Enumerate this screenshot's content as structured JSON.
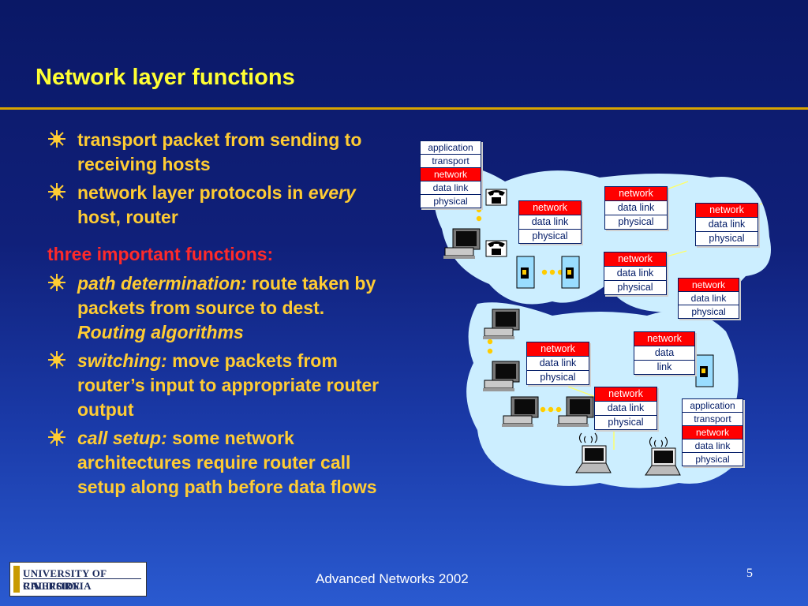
{
  "title": "Network layer functions",
  "bullets_top": [
    {
      "text": "transport packet from sending to receiving hosts"
    },
    {
      "prefix": "network layer protocols in ",
      "italic": "every",
      "suffix": " host, router"
    }
  ],
  "subheading": "three important functions:",
  "functions": [
    {
      "term": "path determination:",
      "desc": " route taken by packets from source to dest. ",
      "tail": "Routing algorithms"
    },
    {
      "term": "switching:",
      "desc": " move packets from router’s input to appropriate router output"
    },
    {
      "term": "call setup:",
      "desc": " some network architectures require router call setup along path before data flows"
    }
  ],
  "stack_labels": {
    "application": "application",
    "transport": "transport",
    "network": "network",
    "data_link": "data link",
    "data": "data",
    "link": "link",
    "physical": "physical"
  },
  "footer": "Advanced Networks 2002",
  "page_number": "5",
  "logo": {
    "line1": "UNIVERSITY OF CALIFORNIA",
    "line2": "RIVERSIDE"
  },
  "colors": {
    "title": "#ffff33",
    "body": "#ffcc33",
    "subheading": "#ff2a2a",
    "cloud": "#cceeff",
    "network_row": "#ff0000"
  },
  "icons": [
    "sunburst-bullet-icon",
    "phone-icon",
    "computer-icon",
    "router-icon",
    "laptop-icon",
    "wireless-icon"
  ]
}
